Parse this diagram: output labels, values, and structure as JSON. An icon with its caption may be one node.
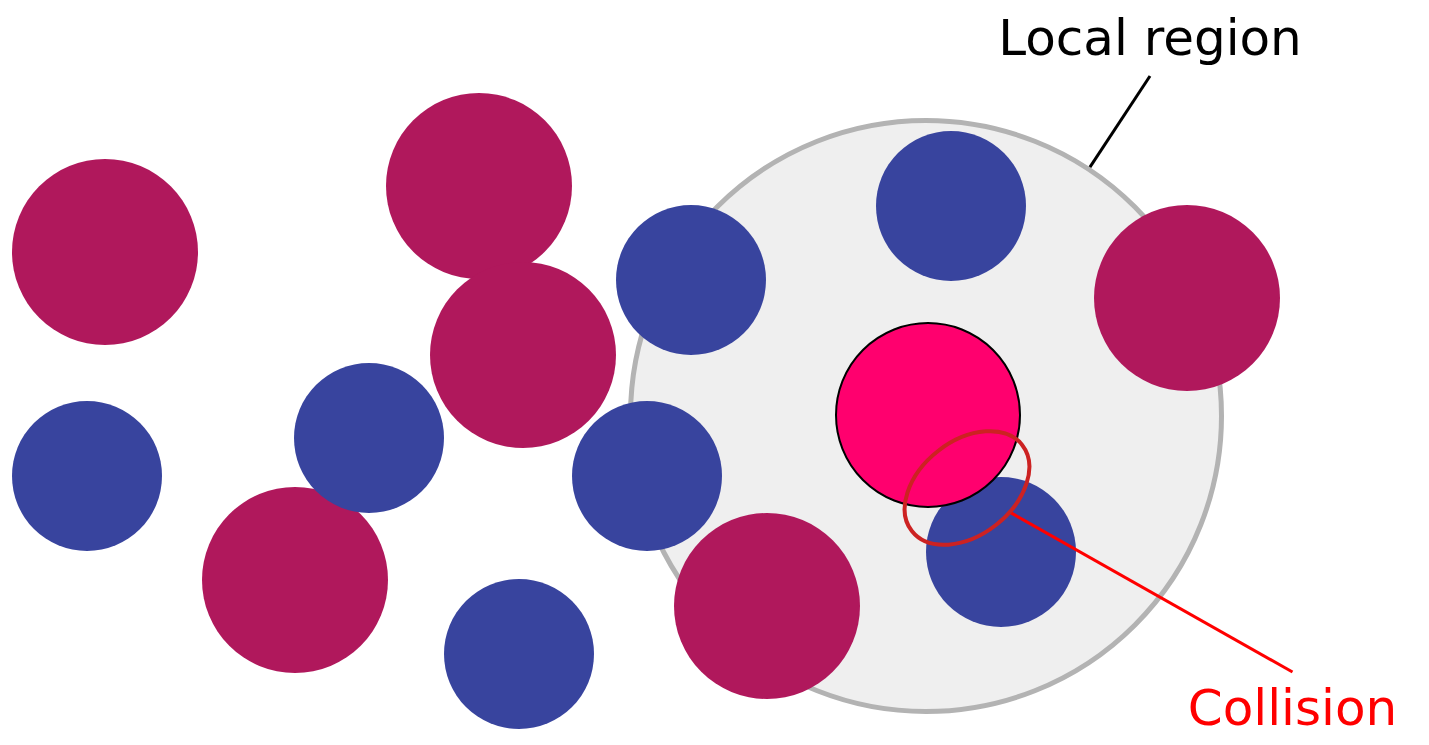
{
  "diagram": {
    "nodes": [
      {
        "text": [
          "Local region"
        ]
      },
      {
        "text": [],
        "shape": "circle"
      },
      {
        "text": [
          "Collision"
        ]
      },
      {
        "text": [],
        "shape": "ellipse",
        "in": 1
      }
    ],
    "edges": [
      {
        "from": 0,
        "to": 1,
        "arrow": "none"
      },
      {
        "from": 2,
        "to": 3,
        "arrow": "none",
        "color": "#ff0000"
      }
    ]
  }
}
